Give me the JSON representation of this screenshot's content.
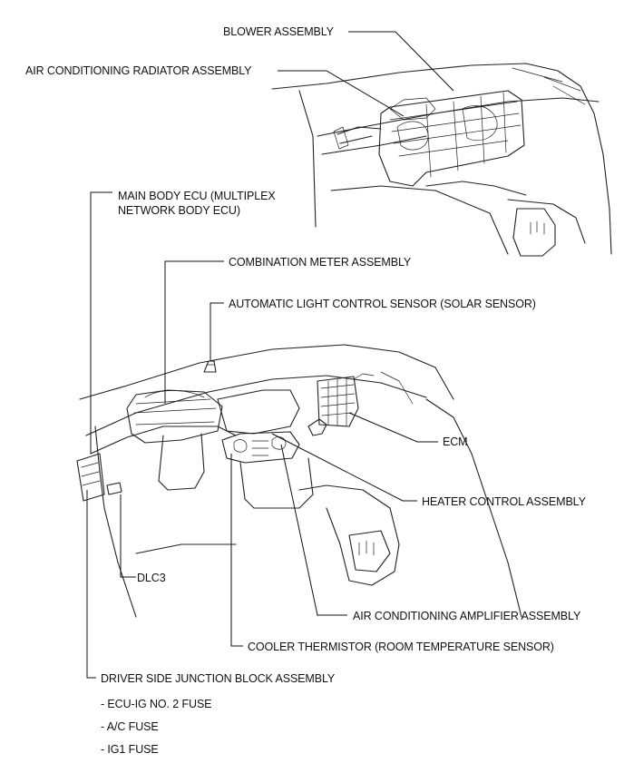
{
  "labels": {
    "blower": "BLOWER ASSEMBLY",
    "radiator": "AIR CONDITIONING RADIATOR ASSEMBLY",
    "main_body_ecu_1": "MAIN BODY ECU (MULTIPLEX",
    "main_body_ecu_2": "NETWORK BODY ECU)",
    "combination_meter": "COMBINATION METER ASSEMBLY",
    "light_sensor": "AUTOMATIC LIGHT CONTROL SENSOR (SOLAR SENSOR)",
    "ecm": "ECM",
    "heater_control": "HEATER CONTROL ASSEMBLY",
    "dlc3": "DLC3",
    "ac_amplifier": "AIR CONDITIONING AMPLIFIER ASSEMBLY",
    "cooler_thermistor": "COOLER THERMISTOR (ROOM TEMPERATURE SENSOR)",
    "junction_block": "DRIVER SIDE JUNCTION BLOCK ASSEMBLY"
  },
  "fuses": [
    "- ECU-IG NO. 2 FUSE",
    "- A/C FUSE",
    "- IG1 FUSE"
  ]
}
